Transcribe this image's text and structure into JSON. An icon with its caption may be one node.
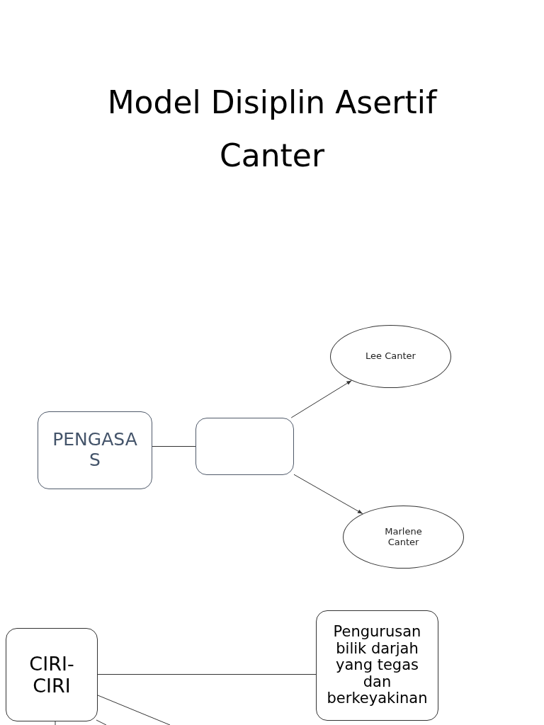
{
  "diagram": {
    "title": "Model Disiplin Asertif Canter",
    "nodes": [
      {
        "text": [
          "PENGASAS"
        ]
      },
      {
        "text": [],
        "shape": "box"
      },
      {
        "text": [
          "Lee Canter"
        ]
      },
      {
        "text": [
          "Marlene Canter"
        ]
      },
      {
        "text": [
          "CIRI-CIRI"
        ]
      },
      {
        "text": [
          "Pengurusan bilik darjah yang tegas dan berkeyakinan"
        ]
      }
    ],
    "edges": [
      {
        "from": 0,
        "to": 1,
        "arrow": "none"
      },
      {
        "from": 1,
        "to": 2,
        "arrow": "to"
      },
      {
        "from": 1,
        "to": 3,
        "arrow": "to"
      },
      {
        "from": 4,
        "to": 5,
        "arrow": "none"
      },
      {
        "from": 4,
        "to": null,
        "arrow": "none"
      },
      {
        "from": 4,
        "to": null,
        "arrow": "none"
      },
      {
        "from": 4,
        "to": null,
        "arrow": "none"
      }
    ]
  }
}
